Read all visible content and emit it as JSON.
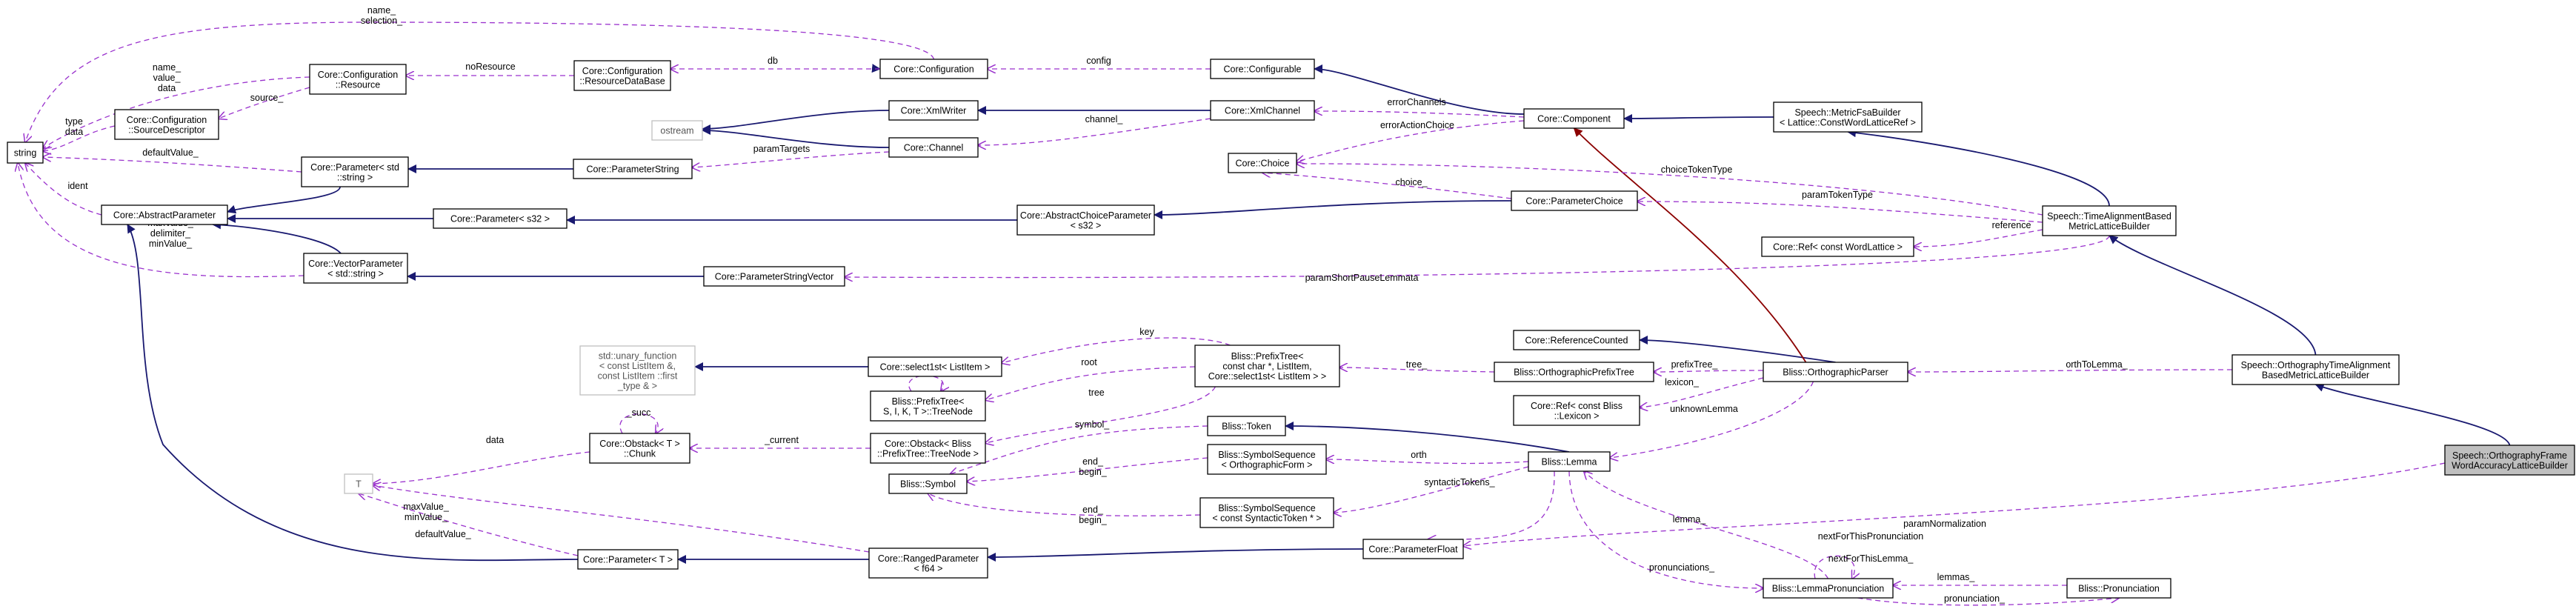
{
  "nodes": {
    "string": [
      "string"
    ],
    "core_configuration_resource": [
      "Core::Configuration",
      "::Resource"
    ],
    "core_configuration_sourcedescriptor": [
      "Core::Configuration",
      "::SourceDescriptor"
    ],
    "core_configuration_resourcedatabase": [
      "Core::Configuration",
      "::ResourceDataBase"
    ],
    "core_configuration": [
      "Core::Configuration"
    ],
    "core_configurable": [
      "Core::Configurable"
    ],
    "ostream": [
      "ostream"
    ],
    "core_xmlwriter": [
      "Core::XmlWriter"
    ],
    "core_xmlchannel": [
      "Core::XmlChannel"
    ],
    "core_channel": [
      "Core::Channel"
    ],
    "core_parameter_std_string": [
      "Core::Parameter< std",
      "::string >"
    ],
    "core_parameterstring": [
      "Core::ParameterString"
    ],
    "core_abstractparameter": [
      "Core::AbstractParameter"
    ],
    "core_parameter_s32": [
      "Core::Parameter< s32 >"
    ],
    "core_vectorparameter": [
      "Core::VectorParameter",
      "< std::string >"
    ],
    "core_parameterstringvector": [
      "Core::ParameterStringVector"
    ],
    "core_component": [
      "Core::Component"
    ],
    "core_choice": [
      "Core::Choice"
    ],
    "core_parameterchoice": [
      "Core::ParameterChoice"
    ],
    "core_abstractchoiceparameter": [
      "Core::AbstractChoiceParameter",
      "< s32 >"
    ],
    "speech_metricfsabuilder": [
      "Speech::MetricFsaBuilder",
      "< Lattice::ConstWordLatticeRef >"
    ],
    "speech_timealignmentbased": [
      "Speech::TimeAlignmentBased",
      "MetricLatticeBuilder"
    ],
    "core_ref_const_wordlattice": [
      "Core::Ref< const WordLattice >"
    ],
    "std_unary_function": [
      "std::unary_function",
      "< const ListItem &,",
      "const ListItem ::first",
      "_type & >"
    ],
    "core_select1st": [
      "Core::select1st< ListItem >"
    ],
    "bliss_prefixtree_treenode": [
      "Bliss::PrefixTree<",
      "S, I, K, T >::TreeNode"
    ],
    "bliss_prefixtree": [
      "Bliss::PrefixTree<",
      "const char *, ListItem,",
      "Core::select1st< ListItem > >"
    ],
    "core_referencecounted": [
      "Core::ReferenceCounted"
    ],
    "bliss_orthographicprefixtree": [
      "Bliss::OrthographicPrefixTree"
    ],
    "bliss_orthographicparser": [
      "Bliss::OrthographicParser"
    ],
    "core_ref_const_bliss_lexicon": [
      "Core::Ref< const Bliss",
      "::Lexicon >"
    ],
    "speech_orthographytimealignment": [
      "Speech::OrthographyTimeAlignment",
      "BasedMetricLatticeBuilder"
    ],
    "core_obstack_chunk": [
      "Core::Obstack< T >",
      "::Chunk"
    ],
    "core_obstack_bliss": [
      "Core::Obstack< Bliss",
      "::PrefixTree::TreeNode >"
    ],
    "bliss_token": [
      "Bliss::Token"
    ],
    "bliss_symbol": [
      "Bliss::Symbol"
    ],
    "bliss_symbolsequence_orthographic": [
      "Bliss::SymbolSequence",
      "< OrthographicForm >"
    ],
    "bliss_symbolsequence_syntactic": [
      "Bliss::SymbolSequence",
      "< const SyntacticToken * >"
    ],
    "bliss_lemma": [
      "Bliss::Lemma"
    ],
    "t": [
      "T"
    ],
    "core_parameter_t": [
      "Core::Parameter< T >"
    ],
    "core_rangedparameter": [
      "Core::RangedParameter",
      "< f64 >"
    ],
    "core_parameterfloat": [
      "Core::ParameterFloat"
    ],
    "bliss_lemmapronunciation": [
      "Bliss::LemmaPronunciation"
    ],
    "bliss_pronunciation": [
      "Bliss::Pronunciation"
    ],
    "speech_orthographyframe": [
      "Speech::OrthographyFrame",
      "WordAccuracyLatticeBuilder"
    ]
  },
  "edge_labels": {
    "name_selection": [
      "name_",
      "selection_"
    ],
    "name_value_data": [
      "name_",
      "value_",
      "data"
    ],
    "source": [
      "source_"
    ],
    "type_data": [
      "type",
      "data"
    ],
    "noresource": [
      "noResource"
    ],
    "db": [
      "db"
    ],
    "config": [
      "config"
    ],
    "errorchannels": [
      "errorChannels"
    ],
    "channel": [
      "channel_"
    ],
    "paramtargets": [
      "paramTargets"
    ],
    "defaultvalue_string": [
      "defaultValue_"
    ],
    "ident": [
      "ident"
    ],
    "maxvalue_delimiter_minvalue": [
      "maxValue_",
      "delimiter_",
      "minValue_"
    ],
    "erroractionchoice": [
      "errorActionChoice"
    ],
    "choicetokentype": [
      "choiceTokenType"
    ],
    "choice": [
      "choice_"
    ],
    "paramtokentype": [
      "paramTokenType"
    ],
    "reference": [
      "reference"
    ],
    "paramshortpauselemmata": [
      "paramShortPauseLemmata"
    ],
    "key": [
      "key"
    ],
    "begin_end": [
      "begin",
      "end"
    ],
    "root": [
      "root"
    ],
    "tree_prefix": [
      "tree_"
    ],
    "tree_obstack": [
      "tree"
    ],
    "prefixtree": [
      "prefixTree_"
    ],
    "lexicon": [
      "lexicon_"
    ],
    "unknownlemma": [
      "unknownLemma"
    ],
    "orthtolemma": [
      "orthToLemma_"
    ],
    "succ": [
      "_succ"
    ],
    "symbol": [
      "symbol_"
    ],
    "current": [
      "_current"
    ],
    "orth": [
      "orth"
    ],
    "end_begin_1": [
      "end_",
      "begin_"
    ],
    "syntactictokens": [
      "syntacticTokens_"
    ],
    "end_begin_2": [
      "end_",
      "begin_"
    ],
    "data_t": [
      "data"
    ],
    "lemma": [
      "lemma_"
    ],
    "paramnormalization": [
      "paramNormalization"
    ],
    "maxvalue_minvalue": [
      "maxValue_",
      "minValue_"
    ],
    "defaultvalue_t": [
      "defaultValue_"
    ],
    "nextforthispronunciation": [
      "nextForThisPronunciation"
    ],
    "nextforthislemma": [
      "nextForThisLemma_"
    ],
    "pronunciations": [
      "pronunciations_"
    ],
    "lemmas": [
      "lemmas_"
    ],
    "pronunciation": [
      "pronunciation_"
    ]
  },
  "colors": {
    "inheritance": "#191970",
    "usage": "#9a32cd",
    "private_inheritance": "#8b0000",
    "highlight_fill": "#bfbfbf",
    "template_border": "#bfbfbf"
  }
}
